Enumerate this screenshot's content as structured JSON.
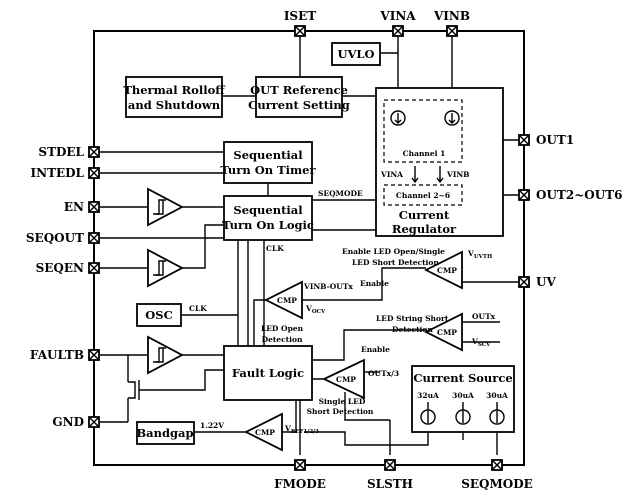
{
  "pins": {
    "iset": "ISET",
    "vina": "VINA",
    "vinb": "VINB",
    "stdel": "STDEL",
    "intedl": "INTEDL",
    "en": "EN",
    "seqout": "SEQOUT",
    "seqen": "SEQEN",
    "faultb": "FAULTB",
    "gnd": "GND",
    "out1": "OUT1",
    "out2_6": "OUT2~OUT6",
    "uv": "UV",
    "fmode": "FMODE",
    "slsth": "SLSTH",
    "seqmode": "SEQMODE"
  },
  "blocks": {
    "uvlo": "UVLO",
    "thermal_l1": "Thermal Rolloff",
    "thermal_l2": "and Shutdown",
    "outref_l1": "OUT Reference",
    "outref_l2": "Current Setting",
    "timer_l1": "Sequential",
    "timer_l2": "Turn On Timer",
    "logic_l1": "Sequential",
    "logic_l2": "Turn On Logic",
    "osc": "OSC",
    "fault_logic": "Fault Logic",
    "bandgap": "Bandgap",
    "channel1": "Channel 1",
    "channel2_6": "Channel 2~6",
    "cr_l1": "Current",
    "cr_l2": "Regulator",
    "cs_title": "Current Source",
    "cs1": "32uA",
    "cs2": "30uA",
    "cs3": "30uA"
  },
  "labels": {
    "seqmode_int": "SEQMODE",
    "clk1": "CLK",
    "clk2": "CLK",
    "cr_vina": "VINA",
    "cr_vinb": "VINB",
    "en_open": "Enable LED Open/Single",
    "led_short_det": "LED Short Detection",
    "cmp": "CMP",
    "enable": "Enable",
    "vinb_outx": "VINB-OUTx",
    "vocv": "V",
    "vocv_sub": "OCV",
    "led_open_l1": "LED Open",
    "led_open_l2": "Detection",
    "vuvth": "V",
    "vuvth_sub": "UVTH",
    "lss_l1": "LED String Short",
    "lss_l2": "Detection",
    "outx": "OUTx",
    "vscv": "V",
    "vscv_sub": "SCV",
    "outx3": "OUTx/3",
    "sls_l1": "Single LED",
    "sls_l2": "Short Detection",
    "v122": "1.22V",
    "vref": "V",
    "vref_sub": "REF1/2/3"
  }
}
